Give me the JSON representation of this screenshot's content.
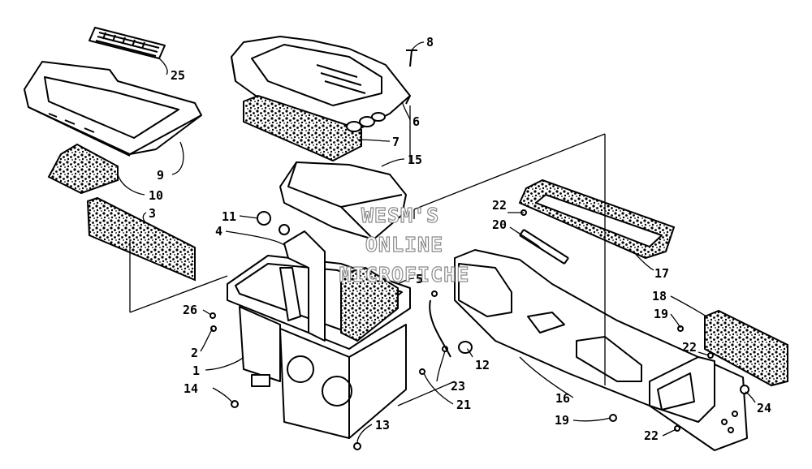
{
  "diagram": {
    "watermark_lines": [
      "WESM'S",
      "ONLINE",
      "MICROFICHE"
    ],
    "callouts": [
      {
        "id": "c-25",
        "text": "25"
      },
      {
        "id": "c-8",
        "text": "8"
      },
      {
        "id": "c-6",
        "text": "6"
      },
      {
        "id": "c-7",
        "text": "7"
      },
      {
        "id": "c-9",
        "text": "9"
      },
      {
        "id": "c-10",
        "text": "10"
      },
      {
        "id": "c-15",
        "text": "15"
      },
      {
        "id": "c-3",
        "text": "3"
      },
      {
        "id": "c-11",
        "text": "11"
      },
      {
        "id": "c-4",
        "text": "4"
      },
      {
        "id": "c-5",
        "text": "5"
      },
      {
        "id": "c-26",
        "text": "26"
      },
      {
        "id": "c-2",
        "text": "2"
      },
      {
        "id": "c-1",
        "text": "1"
      },
      {
        "id": "c-14",
        "text": "14"
      },
      {
        "id": "c-13",
        "text": "13"
      },
      {
        "id": "c-21",
        "text": "21"
      },
      {
        "id": "c-23",
        "text": "23"
      },
      {
        "id": "c-12",
        "text": "12"
      },
      {
        "id": "c-22a",
        "text": "22"
      },
      {
        "id": "c-20",
        "text": "20"
      },
      {
        "id": "c-17",
        "text": "17"
      },
      {
        "id": "c-18a",
        "text": "18"
      },
      {
        "id": "c-19a",
        "text": "19"
      },
      {
        "id": "c-22b",
        "text": "22"
      },
      {
        "id": "c-24",
        "text": "24"
      },
      {
        "id": "c-16",
        "text": "16"
      },
      {
        "id": "c-19b",
        "text": "19"
      },
      {
        "id": "c-22c",
        "text": "22"
      }
    ]
  }
}
